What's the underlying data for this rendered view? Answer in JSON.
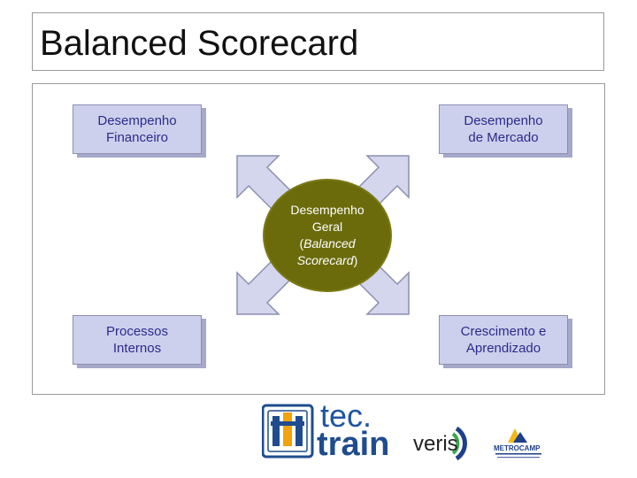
{
  "title": "Balanced Scorecard",
  "boxes": {
    "financeiro": "Desempenho\nFinanceiro",
    "mercado": "Desempenho\nde Mercado",
    "processos": "Processos\nInternos",
    "crescimento": "Crescimento e\nAprendizado"
  },
  "center": {
    "line1": "Desempenho",
    "line2": "Geral",
    "line3_prefix": "(",
    "line3_italic": "Balanced",
    "line4_italic": "Scorecard",
    "line4_suffix": ")"
  },
  "logos": {
    "tectrain_tec": "tec.",
    "tectrain_train": "train",
    "veris": "veris",
    "metrocamp": "METROCAMP"
  },
  "colors": {
    "box_fill": "#cdd0ec",
    "box_text": "#2b2b8c",
    "arrow_fill": "#d4d6ee",
    "center_fill": "#6b6b0c"
  }
}
